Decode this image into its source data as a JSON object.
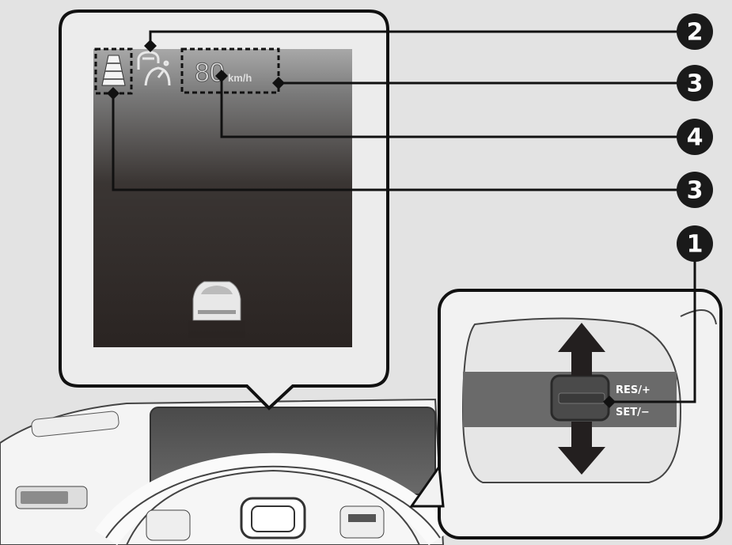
{
  "display": {
    "speed_value": "80",
    "speed_unit": "km/h"
  },
  "switch": {
    "res_label": "RES/+",
    "set_label": "SET/−"
  },
  "callouts": [
    {
      "number": "2",
      "target": "cruise-control-indicator"
    },
    {
      "number": "3",
      "target": "set-speed-box"
    },
    {
      "number": "4",
      "target": "set-speed-value"
    },
    {
      "number": "3",
      "target": "lane-indicator"
    },
    {
      "number": "1",
      "target": "res-set-switch"
    }
  ],
  "colors": {
    "background": "#e3e3e3",
    "callout": "#1a1a1a",
    "screen_top": "#9a9a9a",
    "screen_bottom": "#2a2422"
  }
}
